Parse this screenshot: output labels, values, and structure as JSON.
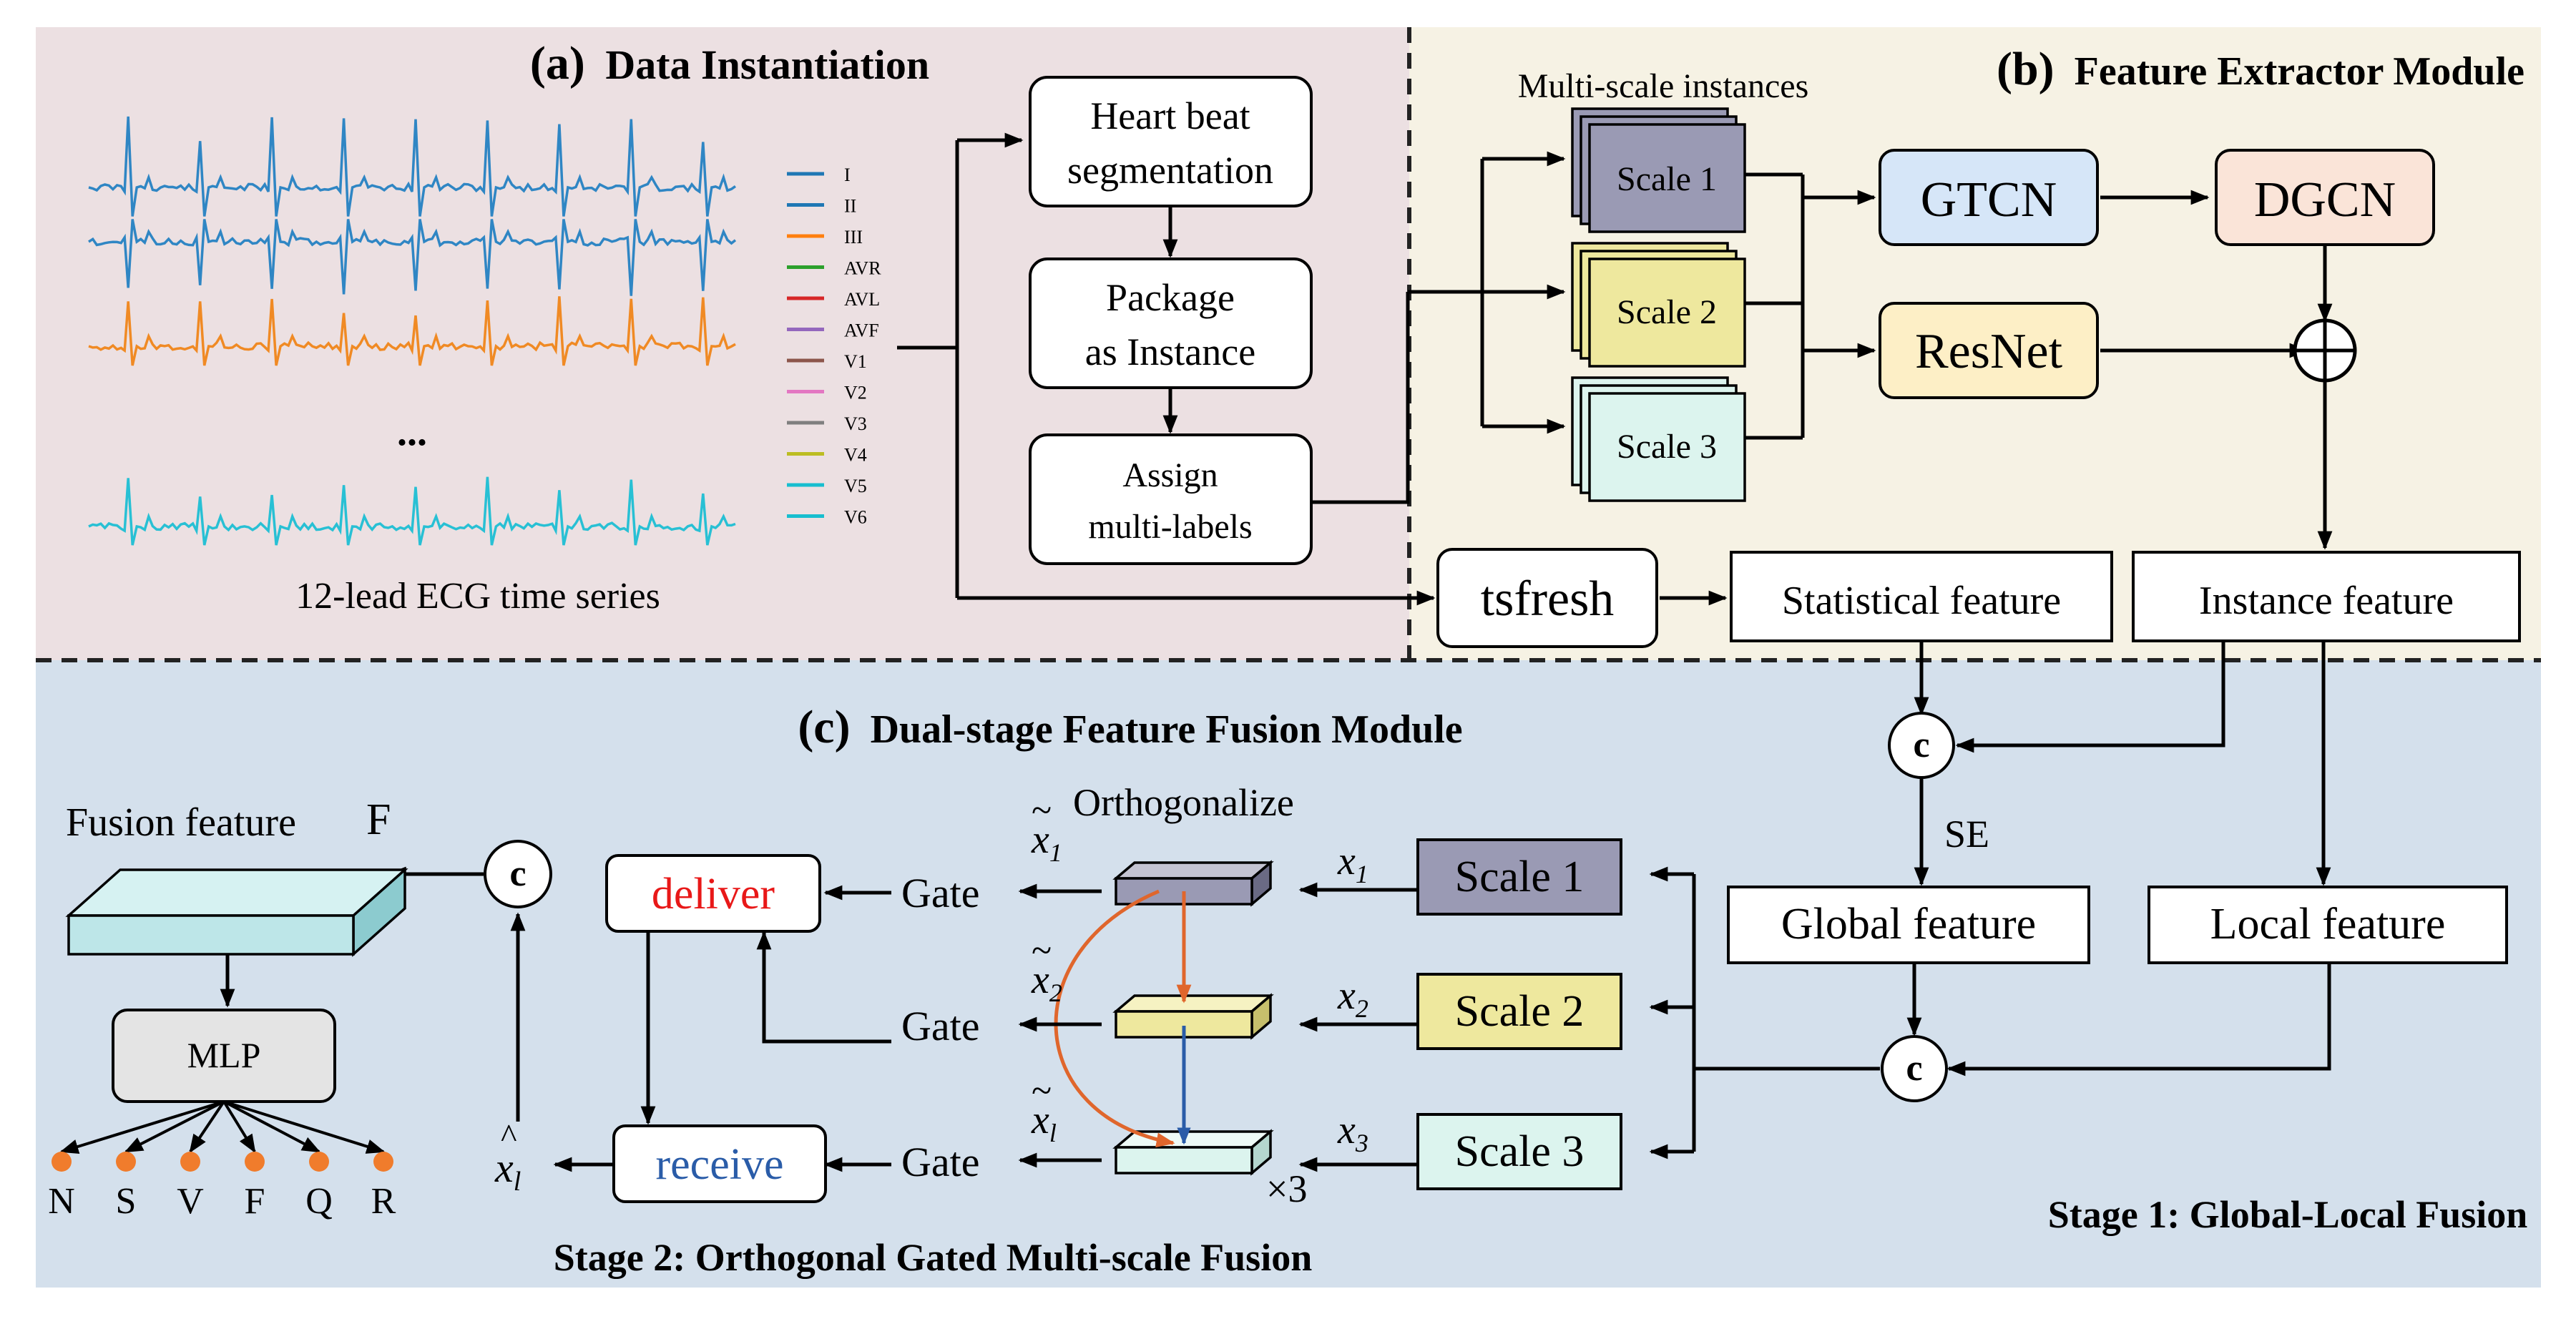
{
  "colors": {
    "panel_a": "#ece0e2",
    "panel_b": "#f6f2e4",
    "panel_c": "#d4e0ec",
    "scale1": "#9a9ab4",
    "scale2": "#eee89e",
    "scale3": "#dcf4ee",
    "gtcn": "#d6e6f8",
    "dgcn": "#fae4d8",
    "resnet": "#fdefc6",
    "fusion_block": "#bde6e8",
    "mlp": "#e4e4e4",
    "class_dot": "#f07c2c",
    "orth_arrow": "#e0662c",
    "blue_arrow": "#2a5ca8",
    "deliver_text": "#e81818",
    "receive_text": "#2a5ca8",
    "ecg_blue": "#2f86c4",
    "ecg_orange": "#f08a24",
    "ecg_cyan": "#28c0d4"
  },
  "panel_a": {
    "title_prefix": "(a)",
    "title": "Data Instantiation",
    "ellipsis": "...",
    "ecg_caption": "12-lead ECG time series",
    "leads": [
      {
        "name": "I",
        "color": "#1f77b4"
      },
      {
        "name": "II",
        "color": "#1f77b4"
      },
      {
        "name": "III",
        "color": "#ff7f0e"
      },
      {
        "name": "AVR",
        "color": "#2ca02c"
      },
      {
        "name": "AVL",
        "color": "#d62728"
      },
      {
        "name": "AVF",
        "color": "#9467bd"
      },
      {
        "name": "V1",
        "color": "#8c564b"
      },
      {
        "name": "V2",
        "color": "#e377c2"
      },
      {
        "name": "V3",
        "color": "#7f7f7f"
      },
      {
        "name": "V4",
        "color": "#bcbd22"
      },
      {
        "name": "V5",
        "color": "#17becf"
      },
      {
        "name": "V6",
        "color": "#17becf"
      }
    ],
    "steps": {
      "segment_l1": "Heart beat",
      "segment_l2": "segmentation",
      "package_l1": "Package",
      "package_l2": "as Instance",
      "assign_l1": "Assign",
      "assign_l2": "multi-labels"
    }
  },
  "panel_b": {
    "title_prefix": "(b)",
    "title": "Feature Extractor Module",
    "instances_label": "Multi-scale instances",
    "scale1": "Scale 1",
    "scale2": "Scale 2",
    "scale3": "Scale 3",
    "gtcn": "GTCN",
    "dgcn": "DGCN",
    "resnet": "ResNet",
    "tsfresh": "tsfresh",
    "statistical": "Statistical feature",
    "instance": "Instance feature"
  },
  "panel_c": {
    "title_prefix": "(c)",
    "title": "Dual-stage Feature Fusion Module",
    "concat": "c",
    "se": "SE",
    "global": "Global feature",
    "local": "Local feature",
    "stage1": "Stage 1: Global-Local Fusion",
    "stage2": "Stage 2: Orthogonal Gated Multi-scale Fusion",
    "scale1": "Scale 1",
    "scale2": "Scale 2",
    "scale3": "Scale 3",
    "x1": "x",
    "x1_sub": "1",
    "x2": "x",
    "x2_sub": "2",
    "x3": "x",
    "x3_sub": "3",
    "orthogonalize": "Orthogonalize",
    "times3": "×3",
    "tilde_x1": "x",
    "tilde_x1_sub": "1",
    "tilde_x2": "x",
    "tilde_x2_sub": "2",
    "tilde_xl": "x",
    "tilde_xl_sub": "l",
    "gate": "Gate",
    "deliver": "deliver",
    "receive": "receive",
    "hat_xl": "x",
    "hat_xl_sub": "l",
    "fusion_feature": "Fusion feature",
    "fusion_symbol": "F",
    "mlp": "MLP",
    "classes": [
      "N",
      "S",
      "V",
      "F",
      "Q",
      "R"
    ]
  }
}
